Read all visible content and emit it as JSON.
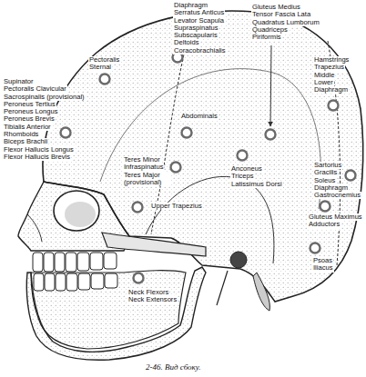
{
  "diagram": {
    "caption": "2-46. Вид сбоку.",
    "labels": [
      "Diaphragm",
      "Serratus Anticus",
      "Levator Scapula",
      "Supraspinatus",
      "Subscapularis",
      "Deltoids",
      "Coracobrachialis",
      "Gluteus Medius",
      "Tensor Fascia Lata",
      "Quadratus Lumborum",
      "Quadriceps",
      "Piriformis",
      "Pectoralis",
      "Sternal",
      "Hamstrings",
      "Trapezius",
      "Middle",
      "Lower",
      "Diaphragm",
      "Supinator",
      "Pectoralis Clavicular",
      "Sacrospinalis (provisional)",
      "Peroneus Tertius",
      "Peroneus Longus",
      "Peroneus Brevis",
      "Tibialis Anterior",
      "Rhomboids",
      "Biceps Brachii",
      "Flexor Hallucis Longus",
      "Flexor Hallucis Brevis",
      "Abdominals",
      "Teres Minor",
      "Infraspinatus",
      "Teres Major (provisional)",
      "Anconeus",
      "Triceps",
      "Latissimus Dorsi",
      "Sartorius",
      "Gracilis",
      "Soleus",
      "Diaphragm",
      "Gastrocnemius",
      "Upper Trapezius",
      "Gluteus Maximus",
      "Adductors",
      "Psoas",
      "Iliacus",
      "Neck Flexors",
      "Neck Extensors"
    ]
  }
}
